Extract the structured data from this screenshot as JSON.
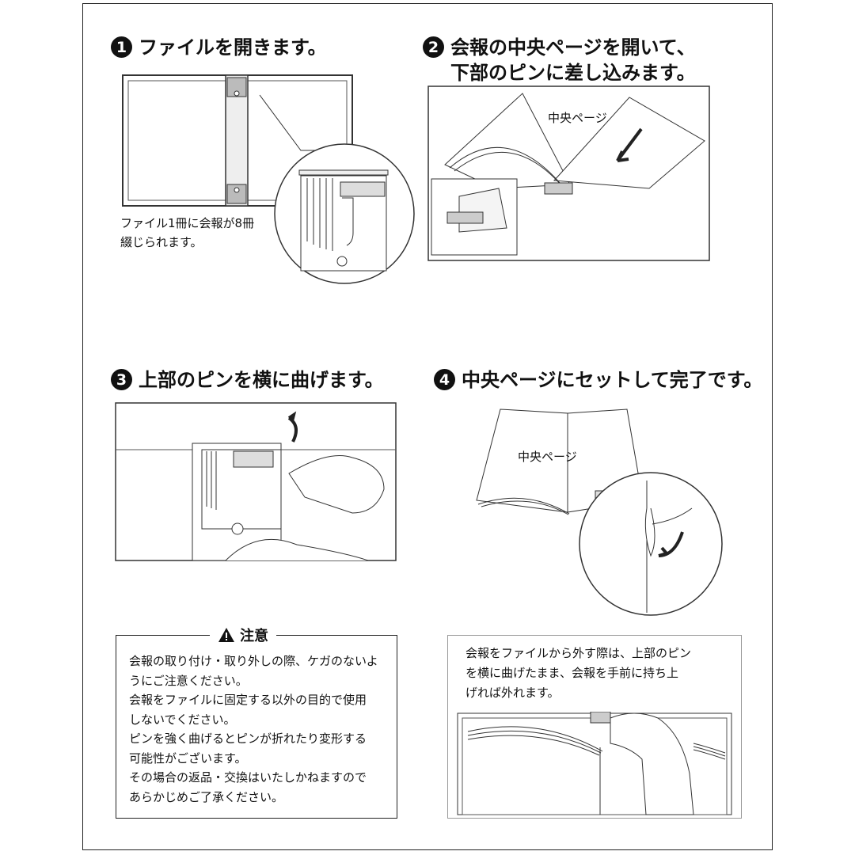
{
  "steps": [
    {
      "number": "1",
      "text": "ファイルを開きます。"
    },
    {
      "number": "2",
      "text": "会報の中央ページを開いて、\n下部のピンに差し込みます。"
    },
    {
      "number": "3",
      "text": "上部のピンを横に曲げます。"
    },
    {
      "number": "4",
      "text": "中央ページにセットして完了です。"
    }
  ],
  "step1_caption": "ファイル1冊に会報が8冊\n綴じられます。",
  "center_page_label": "中央ページ",
  "caution": {
    "title": "注意",
    "lines": [
      "会報の取り付け・取り外しの際、ケガのないよ",
      "うにご注意ください。",
      "会報をファイルに固定する以外の目的で使用",
      "しないでください。",
      "ピンを強く曲げるとピンが折れたり変形する",
      "可能性がございます。",
      "その場合の返品・交換はいたしかねますので",
      "あらかじめご了承ください。"
    ]
  },
  "removal_text": "会報をファイルから外す際は、上部のピン\nを横に曲げたまま、会報を手前に持ち上\nげれば外れます。"
}
